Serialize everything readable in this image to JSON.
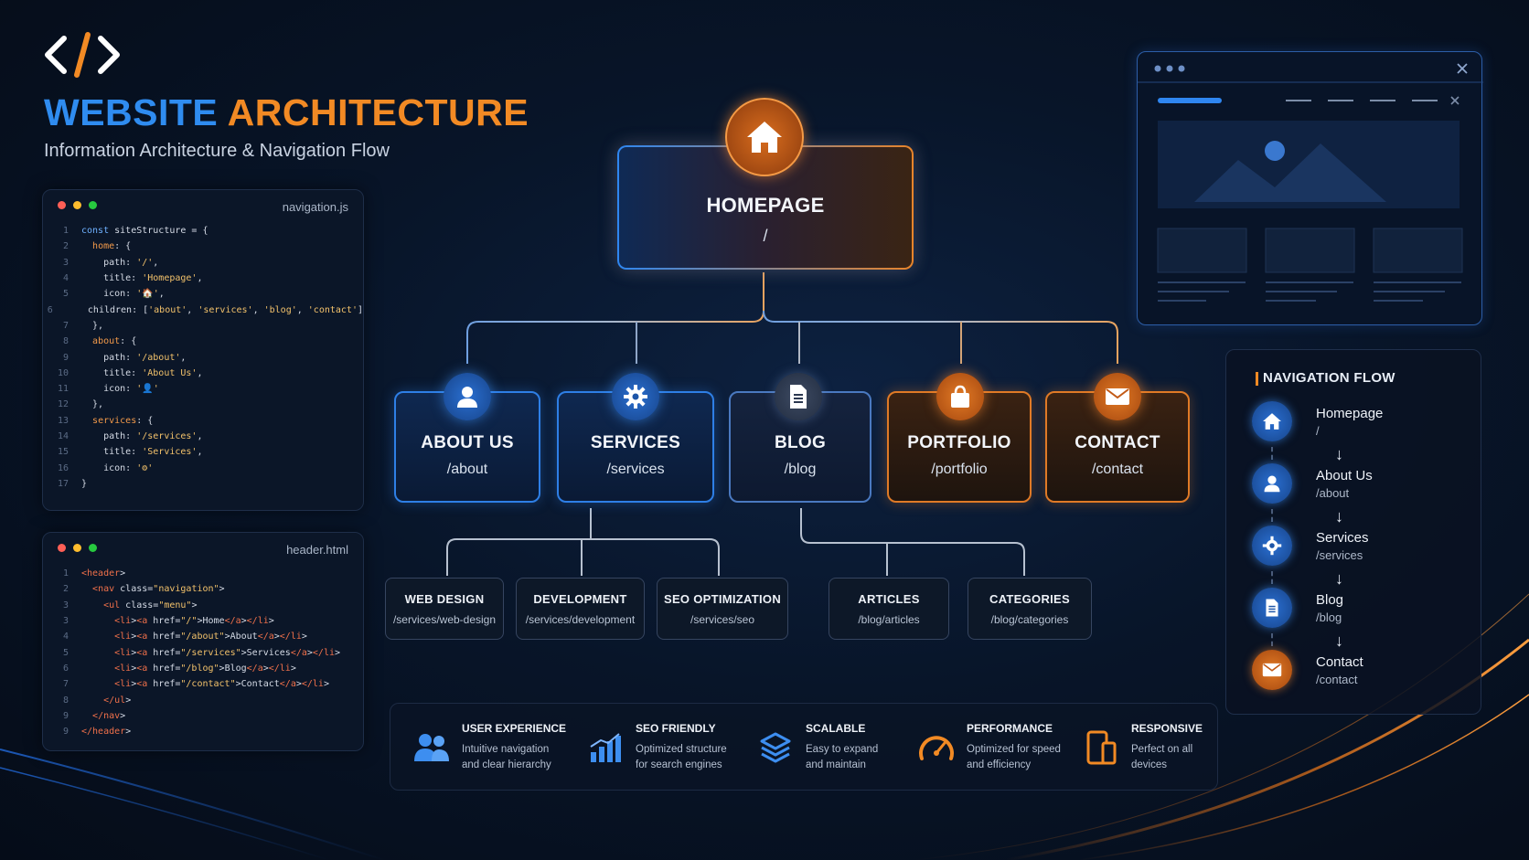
{
  "header": {
    "logo_glyph": "</>",
    "title_part1": "WEBSITE",
    "title_part2": "ARCHITECTURE",
    "subtitle": "Information Architecture & Navigation Flow"
  },
  "colors": {
    "blue": "#2e7fe6",
    "orange": "#e07a26",
    "background": "#06101f"
  },
  "code_nav": {
    "filename": "navigation.js",
    "lines": [
      {
        "n": "1",
        "t": "const siteStructure = {"
      },
      {
        "n": "2",
        "t": "  home: {"
      },
      {
        "n": "3",
        "t": "    path: '/',"
      },
      {
        "n": "4",
        "t": "    title: 'Homepage',"
      },
      {
        "n": "5",
        "t": "    icon: '🏠',"
      },
      {
        "n": "6",
        "t": "    children: ['about', 'services', 'blog', 'contact']"
      },
      {
        "n": "7",
        "t": "  },"
      },
      {
        "n": "8",
        "t": "  about: {"
      },
      {
        "n": "9",
        "t": "    path: '/about',"
      },
      {
        "n": "10",
        "t": "    title: 'About Us',"
      },
      {
        "n": "11",
        "t": "    icon: '👤'"
      },
      {
        "n": "12",
        "t": "  },"
      },
      {
        "n": "13",
        "t": "  services: {"
      },
      {
        "n": "14",
        "t": "    path: '/services',"
      },
      {
        "n": "15",
        "t": "    title: 'Services',"
      },
      {
        "n": "16",
        "t": "    icon: '⚙'"
      },
      {
        "n": "17",
        "t": "}"
      }
    ]
  },
  "code_header": {
    "filename": "header.html",
    "lines": [
      {
        "n": "1",
        "t": "<header>"
      },
      {
        "n": "2",
        "t": "  <nav class=\"navigation\">"
      },
      {
        "n": "3",
        "t": "    <ul class=\"menu\">"
      },
      {
        "n": "3",
        "t": "      <li><a href=\"/\">Home</a></li>"
      },
      {
        "n": "4",
        "t": "      <li><a href=\"/about\">About</a></li>"
      },
      {
        "n": "5",
        "t": "      <li><a href=\"/services\">Services</a></li>"
      },
      {
        "n": "6",
        "t": "      <li><a href=\"/blog\">Blog</a></li>"
      },
      {
        "n": "7",
        "t": "      <li><a href=\"/contact\">Contact</a></li>"
      },
      {
        "n": "8",
        "t": "    </ul>"
      },
      {
        "n": "9",
        "t": "  </nav>"
      },
      {
        "n": "9",
        "t": "</header>"
      }
    ]
  },
  "tree": {
    "home": {
      "name": "HOMEPAGE",
      "path": "/",
      "icon": "home-icon"
    },
    "sections": [
      {
        "name": "ABOUT US",
        "path": "/about",
        "icon": "user-icon"
      },
      {
        "name": "SERVICES",
        "path": "/services",
        "icon": "gear-icon"
      },
      {
        "name": "BLOG",
        "path": "/blog",
        "icon": "document-icon"
      },
      {
        "name": "PORTFOLIO",
        "path": "/portfolio",
        "icon": "bag-icon"
      },
      {
        "name": "CONTACT",
        "path": "/contact",
        "icon": "mail-icon"
      }
    ],
    "subpages": [
      {
        "name": "WEB DESIGN",
        "path": "/services/web-design"
      },
      {
        "name": "DEVELOPMENT",
        "path": "/services/development"
      },
      {
        "name": "SEO OPTIMIZATION",
        "path": "/services/seo"
      },
      {
        "name": "ARTICLES",
        "path": "/blog/articles"
      },
      {
        "name": "CATEGORIES",
        "path": "/blog/categories"
      }
    ]
  },
  "features": [
    {
      "title": "USER EXPERIENCE",
      "desc": "Intuitive navigation\nand clear hierarchy",
      "icon": "users-icon"
    },
    {
      "title": "SEO FRIENDLY",
      "desc": "Optimized structure\nfor search engines",
      "icon": "bar-chart-icon"
    },
    {
      "title": "SCALABLE",
      "desc": "Easy to expand\nand maintain",
      "icon": "layers-icon"
    },
    {
      "title": "PERFORMANCE",
      "desc": "Optimized for speed\nand efficiency",
      "icon": "speedometer-icon"
    },
    {
      "title": "RESPONSIVE",
      "desc": "Perfect on all\ndevices",
      "icon": "devices-icon"
    }
  ],
  "nav_flow": {
    "title": "NAVIGATION FLOW",
    "steps": [
      {
        "name": "Homepage",
        "path": "/",
        "icon": "home-icon"
      },
      {
        "name": "About Us",
        "path": "/about",
        "icon": "user-icon"
      },
      {
        "name": "Services",
        "path": "/services",
        "icon": "gear-icon"
      },
      {
        "name": "Blog",
        "path": "/blog",
        "icon": "document-icon"
      },
      {
        "name": "Contact",
        "path": "/contact",
        "icon": "mail-icon"
      }
    ]
  }
}
